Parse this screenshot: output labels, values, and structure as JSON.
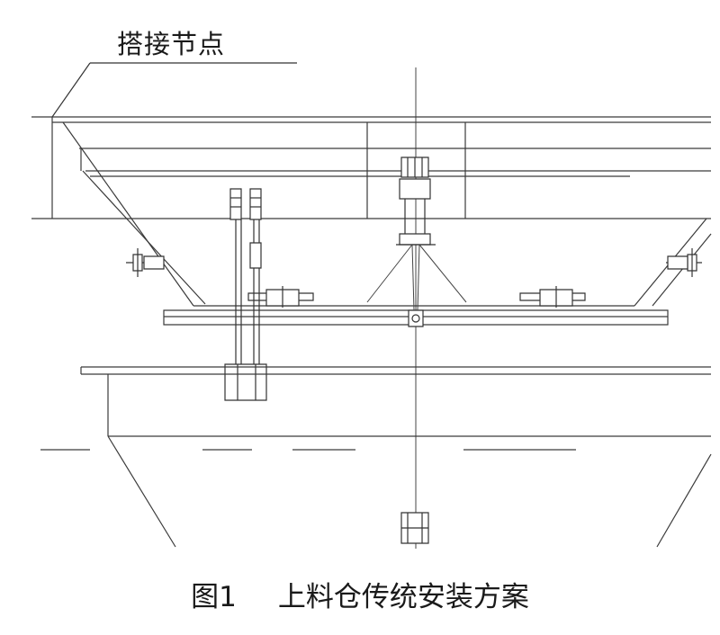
{
  "callout": {
    "label": "搭接节点"
  },
  "caption": {
    "figure_number": "图1",
    "title": "上料仓传统安装方案"
  }
}
